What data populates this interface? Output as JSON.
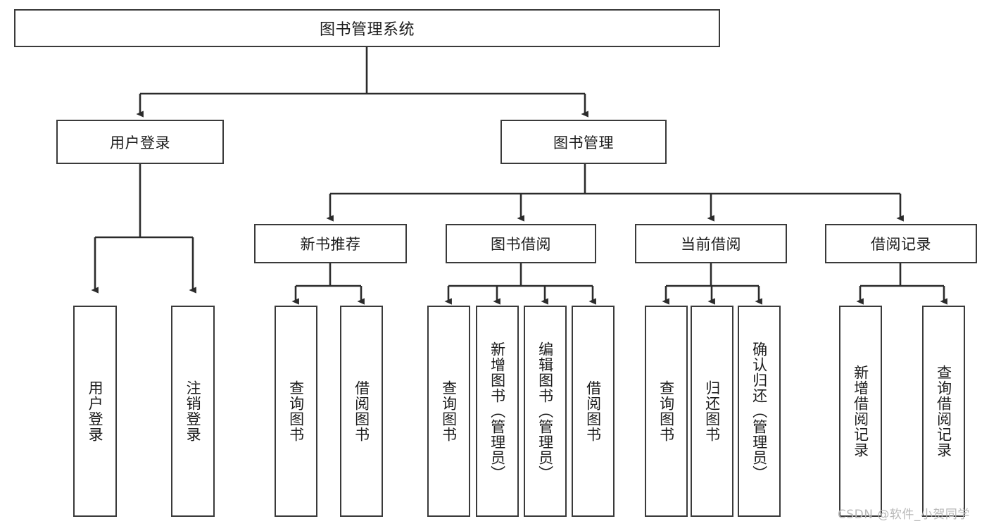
{
  "diagram": {
    "title": "图书管理系统",
    "type": "tree-hierarchy",
    "root": {
      "label": "图书管理系统"
    },
    "level1": [
      {
        "label": "用户登录"
      },
      {
        "label": "图书管理"
      }
    ],
    "level2": [
      {
        "label": "新书推荐",
        "parent": "图书管理"
      },
      {
        "label": "图书借阅",
        "parent": "图书管理"
      },
      {
        "label": "当前借阅",
        "parent": "图书管理"
      },
      {
        "label": "借阅记录",
        "parent": "图书管理"
      }
    ],
    "leaves": {
      "user_login": [
        {
          "label": "用户登录"
        },
        {
          "label": "注销登录"
        }
      ],
      "new_book_recommend": [
        {
          "label": "查询图书"
        },
        {
          "label": "借阅图书"
        }
      ],
      "book_borrow": [
        {
          "label": "查询图书"
        },
        {
          "label": "新增图书（管理员）"
        },
        {
          "label": "编辑图书（管理员）"
        },
        {
          "label": "借阅图书"
        }
      ],
      "current_borrow": [
        {
          "label": "查询图书"
        },
        {
          "label": "归还图书"
        },
        {
          "label": "确认归还（管理员）"
        }
      ],
      "borrow_record": [
        {
          "label": "新增借阅记录"
        },
        {
          "label": "查询借阅记录"
        }
      ]
    }
  },
  "watermark": {
    "text": "CSDN @软件_小贺同学"
  },
  "colors": {
    "box_border": "#3a3a3a",
    "box_fill": "#ffffff",
    "connector": "#2b2b2b",
    "text": "#1c1c1c",
    "watermark": "#b8b8b8"
  }
}
